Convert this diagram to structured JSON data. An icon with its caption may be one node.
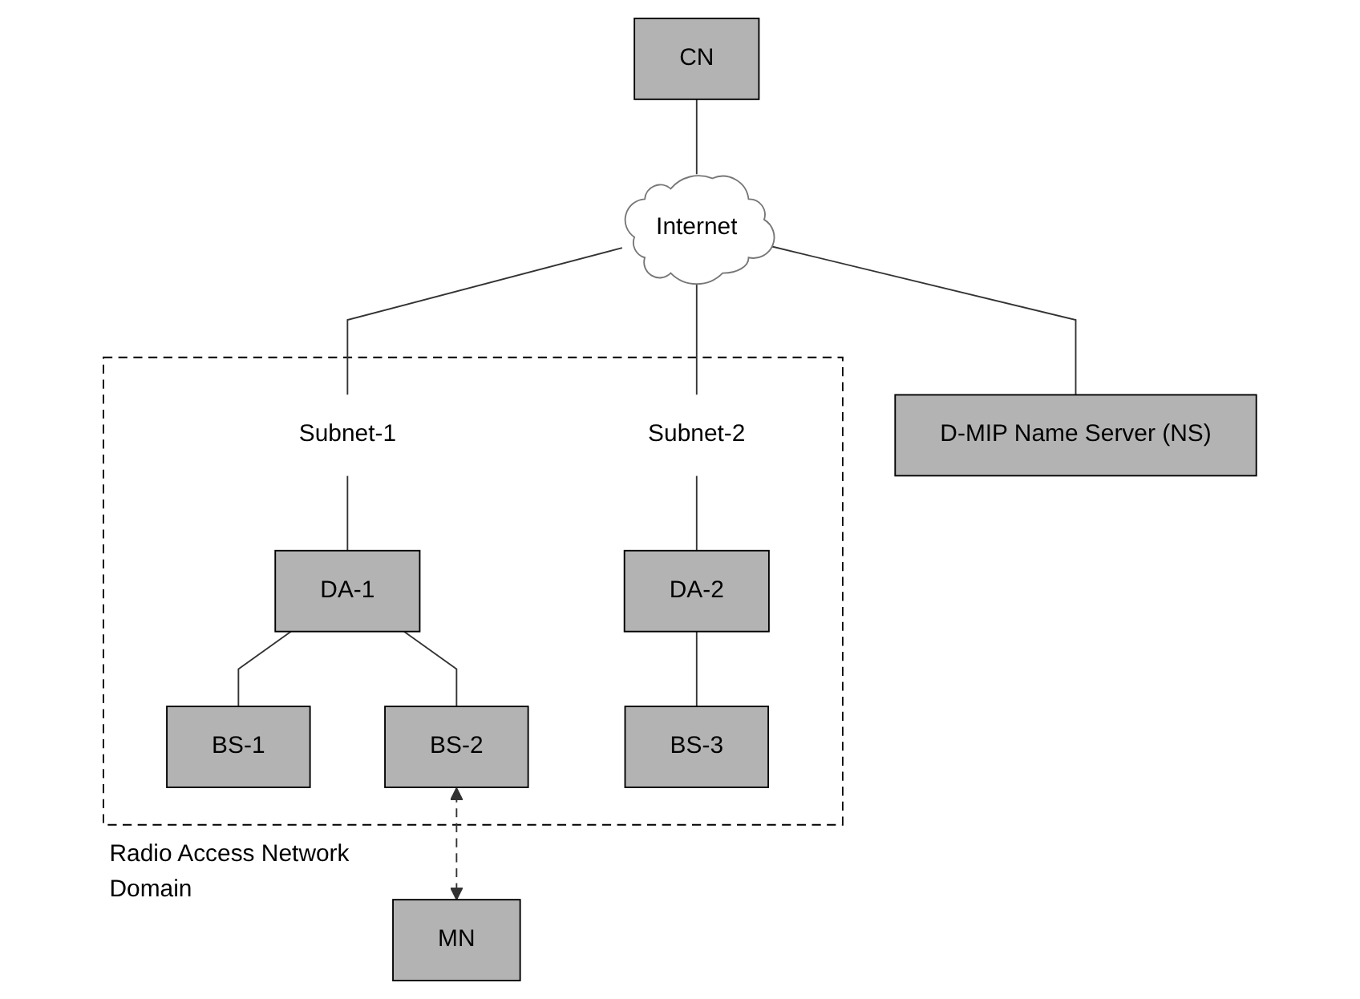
{
  "diagram": {
    "nodes": [
      {
        "text": [
          "CN"
        ]
      },
      {
        "text": [
          "Internet"
        ]
      },
      {
        "text": [
          "D-MIP Name Server (NS)"
        ]
      },
      {
        "text": [
          "Radio Access Network Domain"
        ]
      },
      {
        "text": [
          "Subnet-1"
        ],
        "in": 3
      },
      {
        "text": [
          "Subnet-2"
        ],
        "in": 3
      },
      {
        "text": [
          "DA-1"
        ],
        "in": 3
      },
      {
        "text": [
          "DA-2"
        ],
        "in": 3
      },
      {
        "text": [
          "BS-1"
        ],
        "in": 3
      },
      {
        "text": [
          "BS-2"
        ],
        "in": 3
      },
      {
        "text": [
          "BS-3"
        ],
        "in": 3
      },
      {
        "text": [
          "MN"
        ]
      }
    ],
    "edges": [
      {
        "from": 0,
        "to": 1,
        "arrow": "none"
      },
      {
        "from": 1,
        "to": 2,
        "arrow": "none"
      },
      {
        "from": 1,
        "to": 4,
        "arrow": "none"
      },
      {
        "from": 1,
        "to": 5,
        "arrow": "none"
      },
      {
        "from": 4,
        "to": 6,
        "arrow": "none"
      },
      {
        "from": 5,
        "to": 7,
        "arrow": "none"
      },
      {
        "from": 6,
        "to": 8,
        "arrow": "none"
      },
      {
        "from": 6,
        "to": 9,
        "arrow": "none"
      },
      {
        "from": 7,
        "to": 10,
        "arrow": "none"
      },
      {
        "from": 9,
        "to": 11,
        "arrow": "both",
        "style": "dashed"
      }
    ]
  }
}
